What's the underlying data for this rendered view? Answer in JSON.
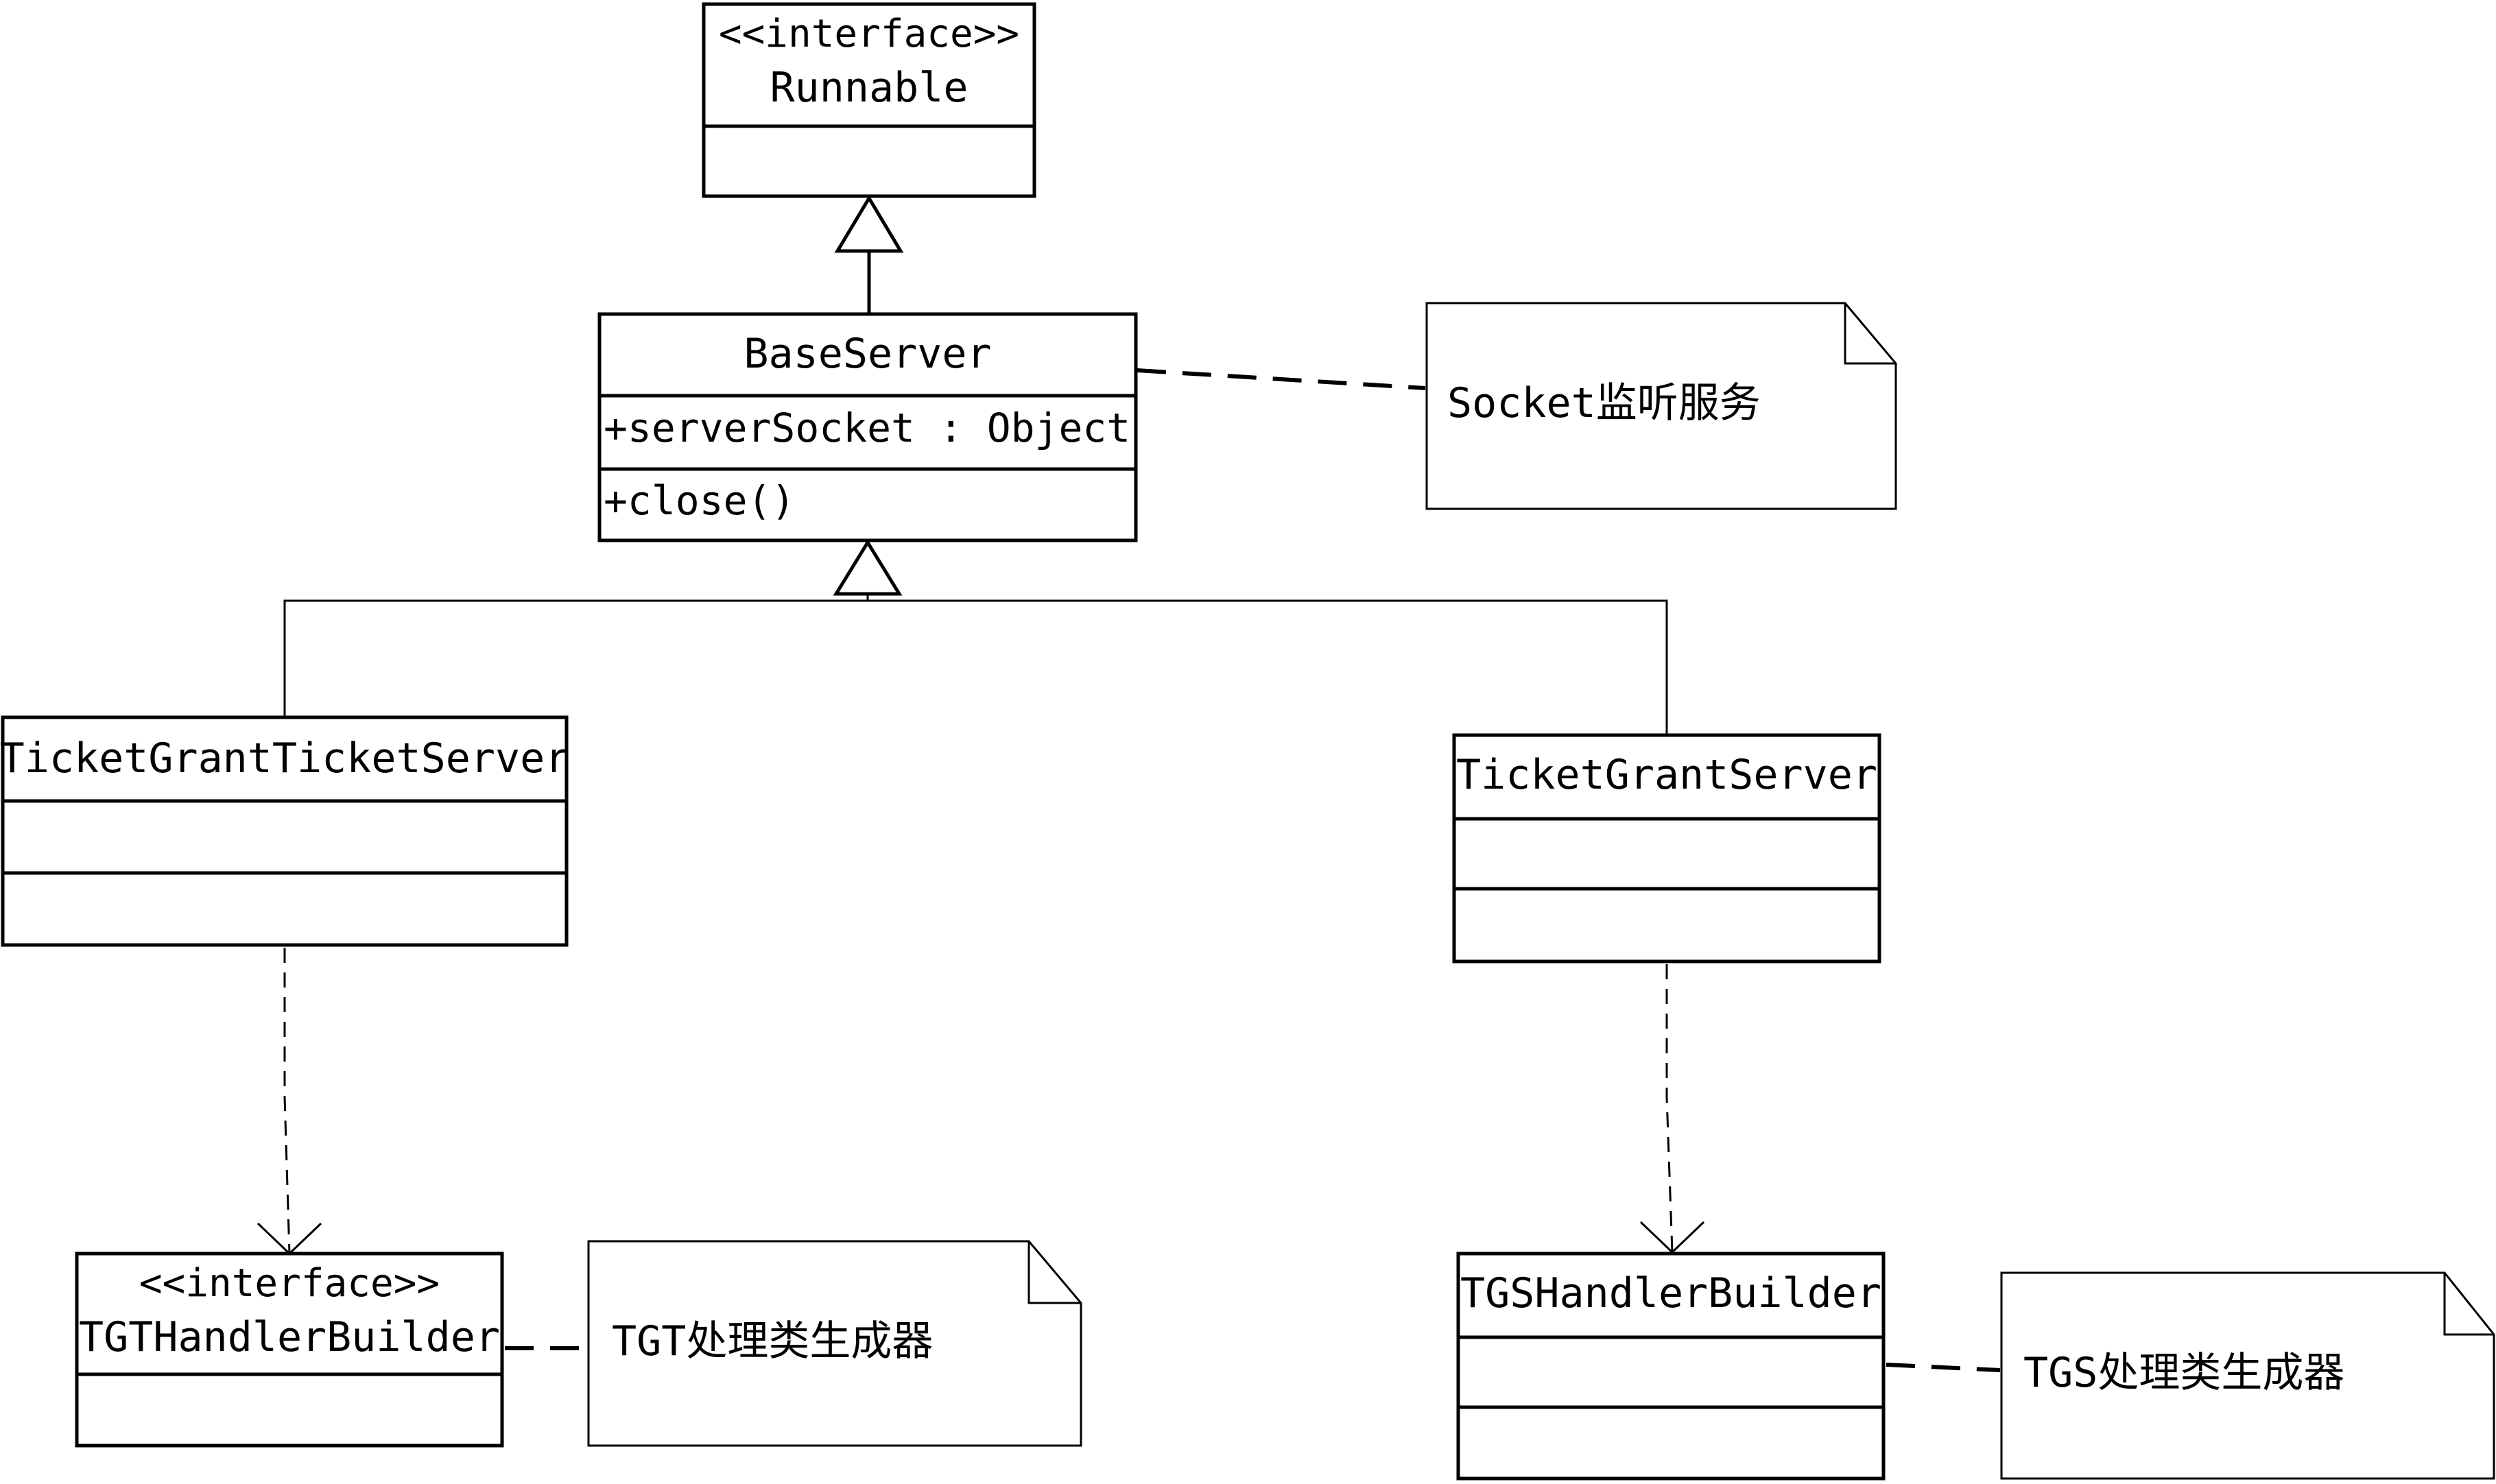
{
  "classes": {
    "runnable": {
      "stereotype": "<<interface>>",
      "name": "Runnable"
    },
    "base_server": {
      "name": "BaseServer",
      "attribute": "+serverSocket : Object",
      "method": "+close()"
    },
    "tgt_server": {
      "name": "TicketGrantTicketServer"
    },
    "tg_server": {
      "name": "TicketGrantServer"
    },
    "tgt_builder": {
      "stereotype": "<<interface>>",
      "name": "TGTHandlerBuilder"
    },
    "tgs_builder": {
      "name": "TGSHandlerBuilder"
    }
  },
  "notes": {
    "socket": "Socket监听服务",
    "tgt": "TGT处理类生成器",
    "tgs": "TGS处理类生成器"
  }
}
